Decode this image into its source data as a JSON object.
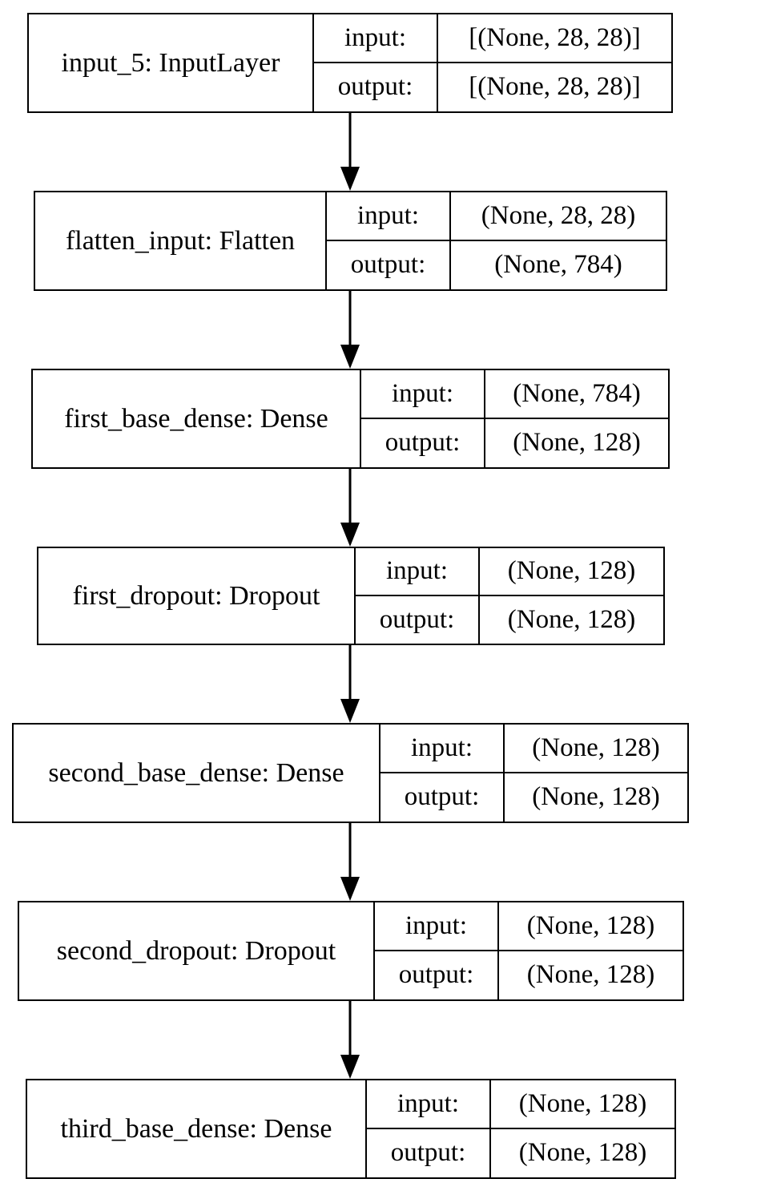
{
  "nodes": [
    {
      "title": "input_5: InputLayer",
      "input_label": "input:",
      "output_label": "output:",
      "input_value": "[(None, 28, 28)]",
      "output_value": "[(None, 28, 28)]"
    },
    {
      "title": "flatten_input: Flatten",
      "input_label": "input:",
      "output_label": "output:",
      "input_value": "(None, 28, 28)",
      "output_value": "(None, 784)"
    },
    {
      "title": "first_base_dense: Dense",
      "input_label": "input:",
      "output_label": "output:",
      "input_value": "(None, 784)",
      "output_value": "(None, 128)"
    },
    {
      "title": "first_dropout: Dropout",
      "input_label": "input:",
      "output_label": "output:",
      "input_value": "(None, 128)",
      "output_value": "(None, 128)"
    },
    {
      "title": "second_base_dense: Dense",
      "input_label": "input:",
      "output_label": "output:",
      "input_value": "(None, 128)",
      "output_value": "(None, 128)"
    },
    {
      "title": "second_dropout: Dropout",
      "input_label": "input:",
      "output_label": "output:",
      "input_value": "(None, 128)",
      "output_value": "(None, 128)"
    },
    {
      "title": "third_base_dense: Dense",
      "input_label": "input:",
      "output_label": "output:",
      "input_value": "(None, 128)",
      "output_value": "(None, 128)"
    }
  ]
}
